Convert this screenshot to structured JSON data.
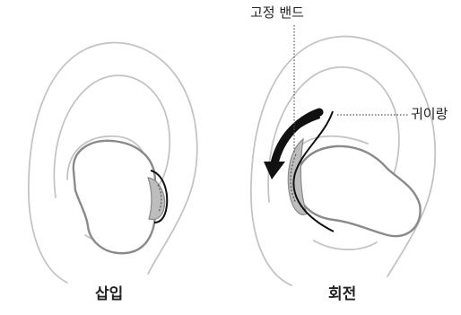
{
  "labels": {
    "stability_band": "고정 밴드",
    "ear_tip": "귀이랑",
    "step_insert": "삽입",
    "step_rotate": "회전"
  },
  "colors": {
    "ear_outline": "#c4c4c4",
    "earbud_outline": "#8a8a8a",
    "earbud_fill": "#ffffff",
    "band_fill": "#bdbdbd",
    "band_edge": "#111111",
    "arrow": "#111111",
    "leader_line": "#555555",
    "text": "#222222"
  }
}
